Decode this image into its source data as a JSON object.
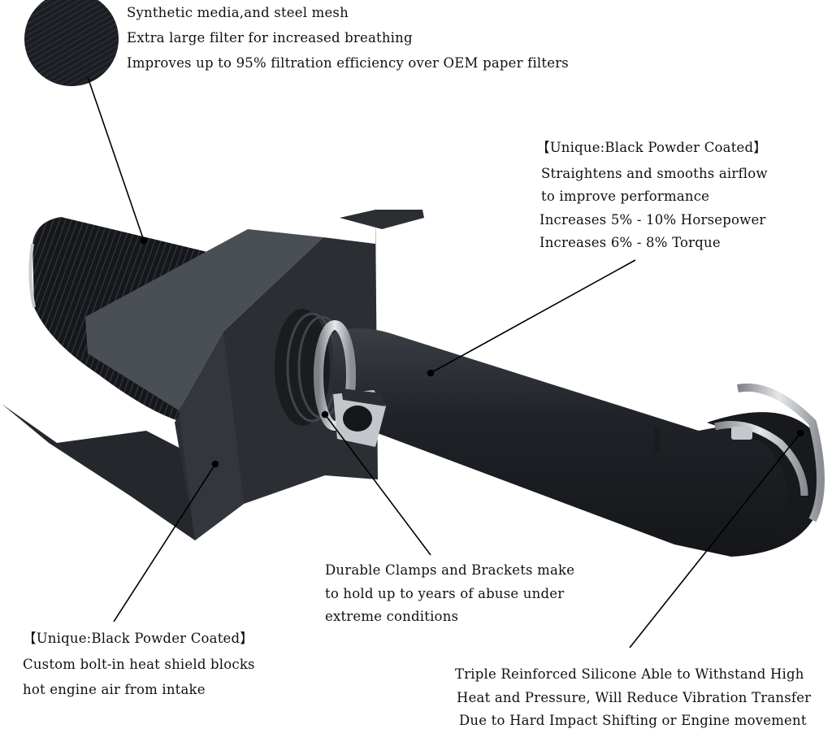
{
  "filter_callout": {
    "lines": [
      "Synthetic media,and steel mesh",
      "Extra large filter for increased breathing",
      "Improves up to 95% filtration efficiency over OEM paper filters"
    ]
  },
  "tube_callout": {
    "heading": "【Unique:Black Powder Coated】",
    "lines": [
      "Straightens and smooths airflow",
      "to improve performance",
      "Increases 5% - 10% Horsepower",
      "Increases 6% - 8%  Torque"
    ]
  },
  "clamp_callout": {
    "lines": [
      "Durable Clamps and Brackets make",
      "to hold up to years of abuse under",
      "extreme conditions"
    ]
  },
  "shield_callout": {
    "heading": "【Unique:Black Powder Coated】",
    "lines": [
      "Custom bolt-in heat shield blocks",
      "hot engine air from intake"
    ]
  },
  "silicone_callout": {
    "lines": [
      "Triple Reinforced Silicone Able to Withstand High",
      "Heat and Pressure, Will Reduce Vibration Transfer",
      "Due to Hard Impact Shifting or Engine movement"
    ]
  },
  "colors": {
    "product_black": "#1c1f24",
    "shield_gray": "#2b2e33",
    "chrome": "#b9bcc0",
    "leader_line": "#000000"
  }
}
